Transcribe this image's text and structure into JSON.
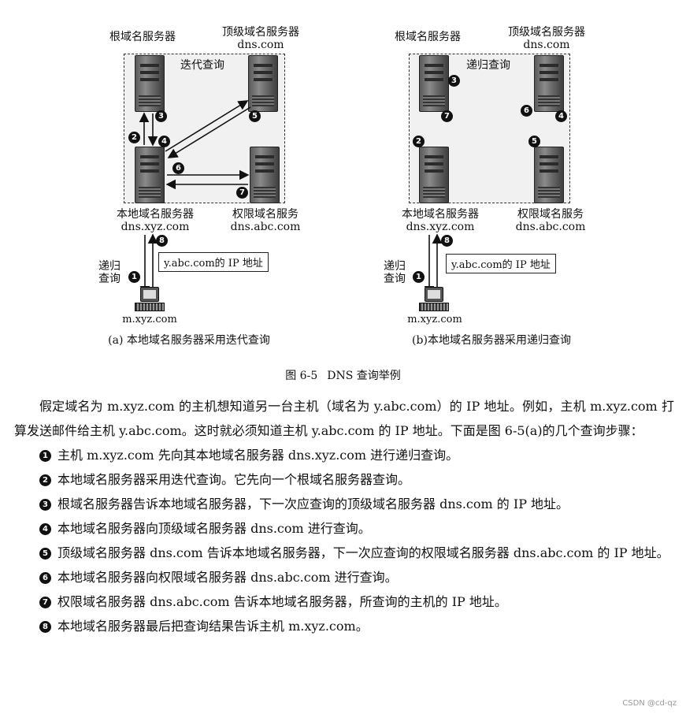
{
  "diagram_a": {
    "frame_label": "迭代查询",
    "root_label": "根域名服务器",
    "tld_label": "顶级域名服务器",
    "tld_sub": "dns.com",
    "local_label": "本地域名服务器",
    "local_sub": "dns.xyz.com",
    "auth_label": "权限域名服务",
    "auth_sub": "dns.abc.com",
    "recursive_label_1": "递归",
    "recursive_label_2": "查询",
    "reply_box": "y.abc.com的 IP 地址",
    "host_label": "m.xyz.com",
    "caption": "(a) 本地域名服务器采用迭代查询",
    "badges": [
      "1",
      "2",
      "3",
      "4",
      "5",
      "6",
      "7",
      "8"
    ]
  },
  "diagram_b": {
    "frame_label": "递归查询",
    "root_label": "根域名服务器",
    "tld_label": "顶级域名服务器",
    "tld_sub": "dns.com",
    "local_label": "本地域名服务器",
    "local_sub": "dns.xyz.com",
    "auth_label": "权限域名服务",
    "auth_sub": "dns.abc.com",
    "recursive_label_1": "递归",
    "recursive_label_2": "查询",
    "reply_box": "y.abc.com的 IP 地址",
    "host_label": "m.xyz.com",
    "caption": "(b)本地域名服务器采用递归查询",
    "badges": [
      "1",
      "2",
      "3",
      "4",
      "5",
      "6",
      "7",
      "8"
    ]
  },
  "figure": {
    "number": "图 6-5",
    "title": "DNS 查询举例"
  },
  "body": {
    "intro": "假定域名为 m.xyz.com 的主机想知道另一台主机（域名为 y.abc.com）的 IP 地址。例如，主机 m.xyz.com 打算发送邮件给主机 y.abc.com。这时就必须知道主机 y.abc.com 的 IP 地址。下面是图 6-5(a)的几个查询步骤：",
    "steps": [
      {
        "num": "1",
        "text": "主机 m.xyz.com 先向其本地域名服务器 dns.xyz.com 进行递归查询。"
      },
      {
        "num": "2",
        "text": "本地域名服务器采用迭代查询。它先向一个根域名服务器查询。"
      },
      {
        "num": "3",
        "text": "根域名服务器告诉本地域名服务器，下一次应查询的顶级域名服务器 dns.com 的 IP 地址。"
      },
      {
        "num": "4",
        "text": "本地域名服务器向顶级域名服务器 dns.com 进行查询。"
      },
      {
        "num": "5",
        "text": "顶级域名服务器 dns.com 告诉本地域名服务器，下一次应查询的权限域名服务器 dns.abc.com 的 IP 地址。"
      },
      {
        "num": "6",
        "text": "本地域名服务器向权限域名服务器 dns.abc.com 进行查询。"
      },
      {
        "num": "7",
        "text": "权限域名服务器 dns.abc.com 告诉本地域名服务器，所查询的主机的 IP 地址。"
      },
      {
        "num": "8",
        "text": "本地域名服务器最后把查询结果告诉主机 m.xyz.com。"
      }
    ]
  },
  "watermark": "CSDN @cd-qz"
}
